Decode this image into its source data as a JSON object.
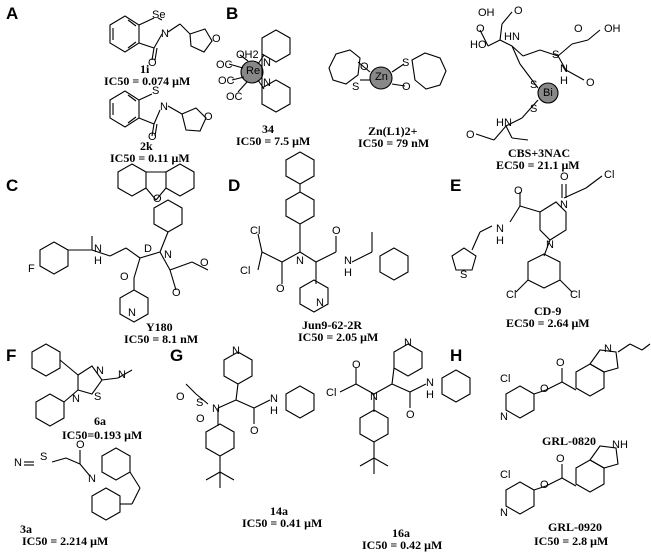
{
  "panels": [
    {
      "label": "A",
      "compounds": [
        {
          "name": "1i",
          "activity": "IC50 = 0.074 μM",
          "atoms": [
            "Se",
            "N",
            "O",
            "O"
          ]
        },
        {
          "name": "2k",
          "activity": "IC50 = 0.11 μM",
          "atoms": [
            "S",
            "N",
            "O",
            "O"
          ]
        }
      ]
    },
    {
      "label": "B",
      "compounds": [
        {
          "name": "34",
          "activity": "IC50 = 7.5 μM",
          "atoms": [
            "OH2",
            "OC",
            "OC",
            "OC",
            "Re",
            "N",
            "N"
          ]
        },
        {
          "name": "Zn(L1)2+",
          "activity": "IC50 = 79 nM",
          "atoms": [
            "O",
            "S",
            "Zn",
            "S",
            "O"
          ]
        },
        {
          "name": "CBS+3NAC",
          "activity": "EC50 = 21.1 μM",
          "atoms": [
            "OH",
            "HO",
            "O",
            "O",
            "HN",
            "S",
            "S",
            "Bi",
            "N",
            "H",
            "S",
            "O",
            "HN",
            "O",
            "OH",
            "O"
          ]
        }
      ]
    },
    {
      "label": "C",
      "compounds": [
        {
          "name": "Y180",
          "activity": "IC50 = 8.1 nM",
          "atoms": [
            "O",
            "F",
            "N",
            "H",
            "D",
            "N",
            "O",
            "O",
            "O",
            "N"
          ]
        }
      ]
    },
    {
      "label": "D",
      "compounds": [
        {
          "name": "Jun9-62-2R",
          "activity": "IC50 = 2.05 μM",
          "atoms": [
            "Cl",
            "Cl",
            "N",
            "O",
            "O",
            "N",
            "H",
            "N"
          ]
        }
      ]
    },
    {
      "label": "E",
      "compounds": [
        {
          "name": "CD-9",
          "activity": "EC50 = 2.64 μM",
          "atoms": [
            "O",
            "Cl",
            "O",
            "N",
            "N",
            "H",
            "N",
            "S",
            "Cl",
            "Cl"
          ]
        }
      ]
    },
    {
      "label": "F",
      "compounds": [
        {
          "name": "6a",
          "activity": "IC50=0.193 μM",
          "atoms": [
            "N",
            "N",
            "S",
            "N"
          ]
        },
        {
          "name": "3a",
          "activity": "IC50 = 2.214 μM",
          "atoms": [
            "N",
            "S",
            "O",
            "N"
          ]
        }
      ]
    },
    {
      "label": "G",
      "compounds": [
        {
          "name": "14a",
          "activity": "IC50 = 0.41 μM",
          "atoms": [
            "N",
            "O",
            "S",
            "O",
            "N",
            "O",
            "N",
            "H"
          ]
        },
        {
          "name": "16a",
          "activity": "IC50 = 0.42 μM",
          "atoms": [
            "N",
            "Cl",
            "O",
            "N",
            "O",
            "N",
            "H"
          ]
        }
      ]
    },
    {
      "label": "H",
      "compounds": [
        {
          "name": "GRL-0820",
          "activity": "",
          "atoms": [
            "N",
            "Cl",
            "O",
            "O",
            "N"
          ]
        },
        {
          "name": "GRL-0920",
          "activity": "IC50 = 2.8 μM",
          "atoms": [
            "NH",
            "Cl",
            "O",
            "O",
            "N"
          ]
        }
      ]
    }
  ]
}
